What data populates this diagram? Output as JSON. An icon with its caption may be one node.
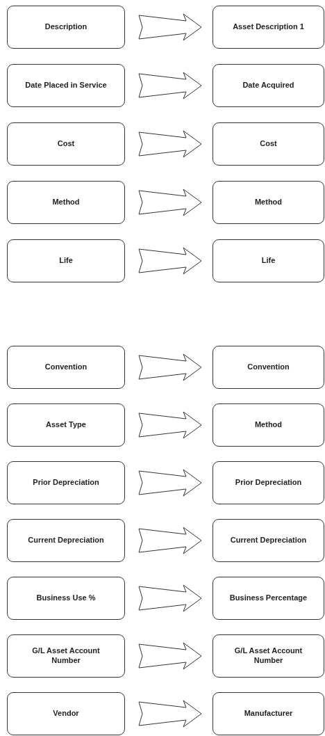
{
  "diagram": {
    "nodes": [
      {
        "text": [
          "Description"
        ]
      },
      {
        "text": [
          "Asset Description 1"
        ]
      },
      {
        "text": [
          "Date Placed in Service"
        ]
      },
      {
        "text": [
          "Date Acquired"
        ]
      },
      {
        "text": [
          "Cost"
        ]
      },
      {
        "text": [
          "Cost"
        ]
      },
      {
        "text": [
          "Method"
        ]
      },
      {
        "text": [
          "Method"
        ]
      },
      {
        "text": [
          "Life"
        ]
      },
      {
        "text": [
          "Life"
        ]
      },
      {
        "text": [
          "Convention"
        ]
      },
      {
        "text": [
          "Convention"
        ]
      },
      {
        "text": [
          "Asset Type"
        ]
      },
      {
        "text": [
          "Method"
        ]
      },
      {
        "text": [
          "Prior Depreciation"
        ]
      },
      {
        "text": [
          "Prior Depreciation"
        ]
      },
      {
        "text": [
          "Current Depreciation"
        ]
      },
      {
        "text": [
          "Current Depreciation"
        ]
      },
      {
        "text": [
          "Business Use %"
        ]
      },
      {
        "text": [
          "Business Percentage"
        ]
      },
      {
        "text": [
          "G/L Asset Account Number"
        ]
      },
      {
        "text": [
          "G/L Asset Account Number"
        ]
      },
      {
        "text": [
          "Vendor"
        ]
      },
      {
        "text": [
          "Manufacturer"
        ]
      }
    ],
    "edges": [
      {
        "from": 0,
        "to": 1,
        "arrow": "to"
      },
      {
        "from": 2,
        "to": 3,
        "arrow": "to"
      },
      {
        "from": 4,
        "to": 5,
        "arrow": "to"
      },
      {
        "from": 6,
        "to": 7,
        "arrow": "to"
      },
      {
        "from": 8,
        "to": 9,
        "arrow": "to"
      },
      {
        "from": 10,
        "to": 11,
        "arrow": "to"
      },
      {
        "from": 12,
        "to": 13,
        "arrow": "to"
      },
      {
        "from": 14,
        "to": 15,
        "arrow": "to"
      },
      {
        "from": 16,
        "to": 17,
        "arrow": "to"
      },
      {
        "from": 18,
        "to": 19,
        "arrow": "to"
      },
      {
        "from": 20,
        "to": 21,
        "arrow": "to"
      },
      {
        "from": 22,
        "to": 23,
        "arrow": "to"
      }
    ]
  }
}
